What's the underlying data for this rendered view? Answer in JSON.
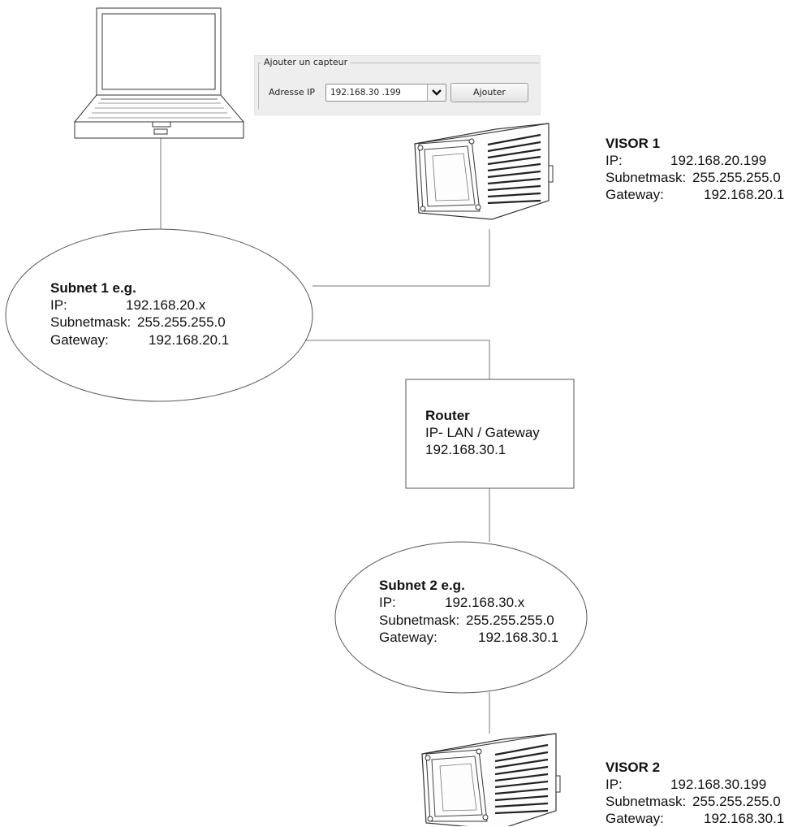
{
  "dialog": {
    "group_title": "Ajouter un capteur",
    "ip_label": "Adresse IP",
    "ip_value": "192.168.30 .199",
    "add_button": "Ajouter"
  },
  "visor1": {
    "title": "VISOR 1",
    "ip_label": "IP:",
    "ip": "192.168.20.199",
    "subnet_label": "Subnetmask:",
    "subnet": "255.255.255.0",
    "gateway_label": "Gateway:",
    "gateway": "192.168.20.1"
  },
  "subnet1": {
    "title": "Subnet 1 e.g.",
    "ip_label": "IP:",
    "ip": "192.168.20.x",
    "subnet_label": "Subnetmask:",
    "subnet": "255.255.255.0",
    "gateway_label": "Gateway:",
    "gateway": "192.168.20.1"
  },
  "router": {
    "title": "Router",
    "line1": "IP- LAN / Gateway",
    "line2": "192.168.30.1"
  },
  "subnet2": {
    "title": "Subnet 2 e.g.",
    "ip_label": "IP:",
    "ip": "192.168.30.x",
    "subnet_label": "Subnetmask:",
    "subnet": "255.255.255.0",
    "gateway_label": "Gateway:",
    "gateway": "192.168.30.1"
  },
  "visor2": {
    "title": "VISOR 2",
    "ip_label": "IP:",
    "ip": "192.168.30.199",
    "subnet_label": "Subnetmask:",
    "subnet": "255.255.255.0",
    "gateway_label": "Gateway:",
    "gateway": "192.168.30.1"
  },
  "icons": [
    "laptop-icon",
    "camera-sensor-icon",
    "chevron-down-icon"
  ]
}
